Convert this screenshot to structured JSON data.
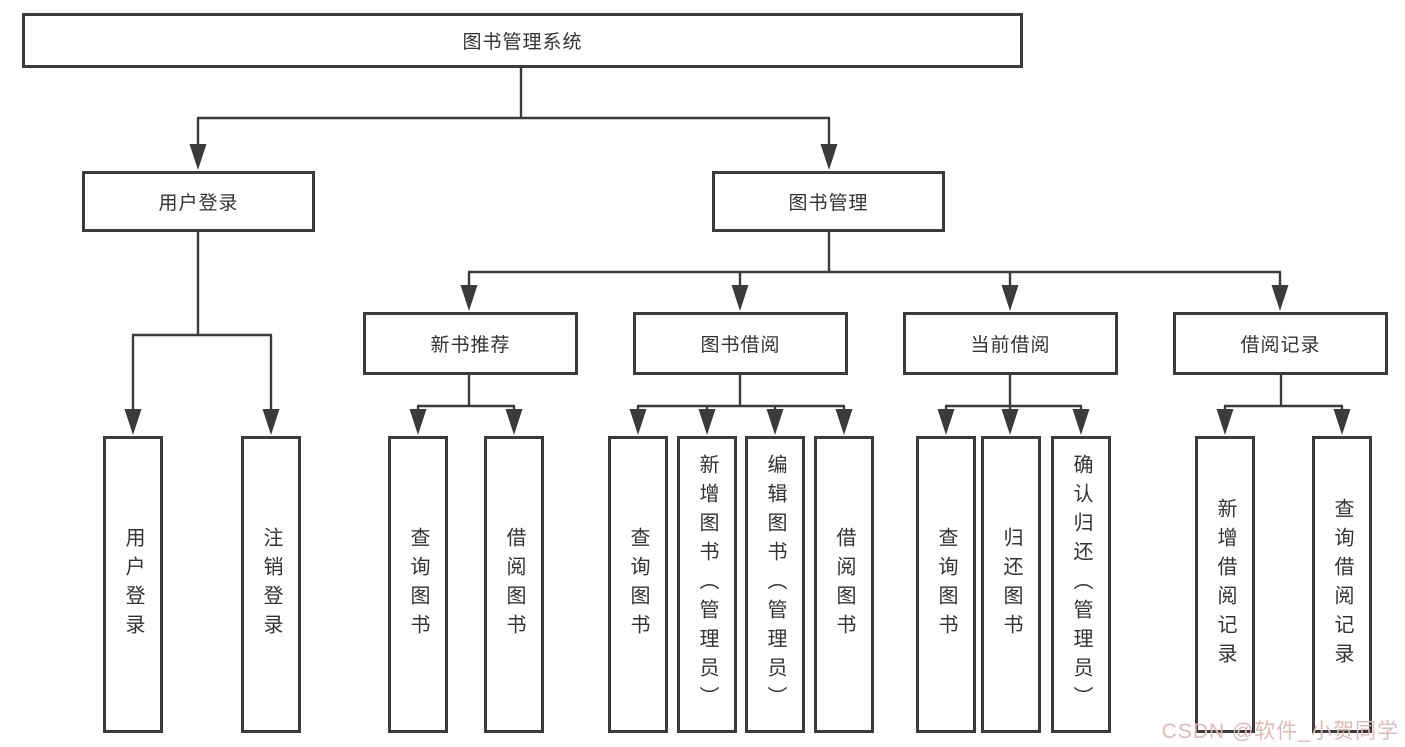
{
  "tree": {
    "root": {
      "label": "图书管理系统"
    },
    "branches": [
      {
        "label": "用户登录",
        "children": [
          {
            "label": "用户登录"
          },
          {
            "label": "注销登录"
          }
        ]
      },
      {
        "label": "图书管理",
        "sections": [
          {
            "label": "新书推荐",
            "children": [
              {
                "label": "查询图书"
              },
              {
                "label": "借阅图书"
              }
            ]
          },
          {
            "label": "图书借阅",
            "children": [
              {
                "label": "查询图书"
              },
              {
                "label": "新增图书（管理员）"
              },
              {
                "label": "编辑图书（管理员）"
              },
              {
                "label": "借阅图书"
              }
            ]
          },
          {
            "label": "当前借阅",
            "children": [
              {
                "label": "查询图书"
              },
              {
                "label": "归还图书"
              },
              {
                "label": "确认归还（管理员）"
              }
            ]
          },
          {
            "label": "借阅记录",
            "children": [
              {
                "label": "新增借阅记录"
              },
              {
                "label": "查询借阅记录"
              }
            ]
          }
        ]
      }
    ]
  },
  "watermark": {
    "text": "CSDN @软件_小贺同学"
  },
  "colors": {
    "line": "#3b3b3b",
    "border": "#3b3b3b",
    "text": "#333333",
    "watermark": "#e0b9b9",
    "background": "#ffffff"
  }
}
